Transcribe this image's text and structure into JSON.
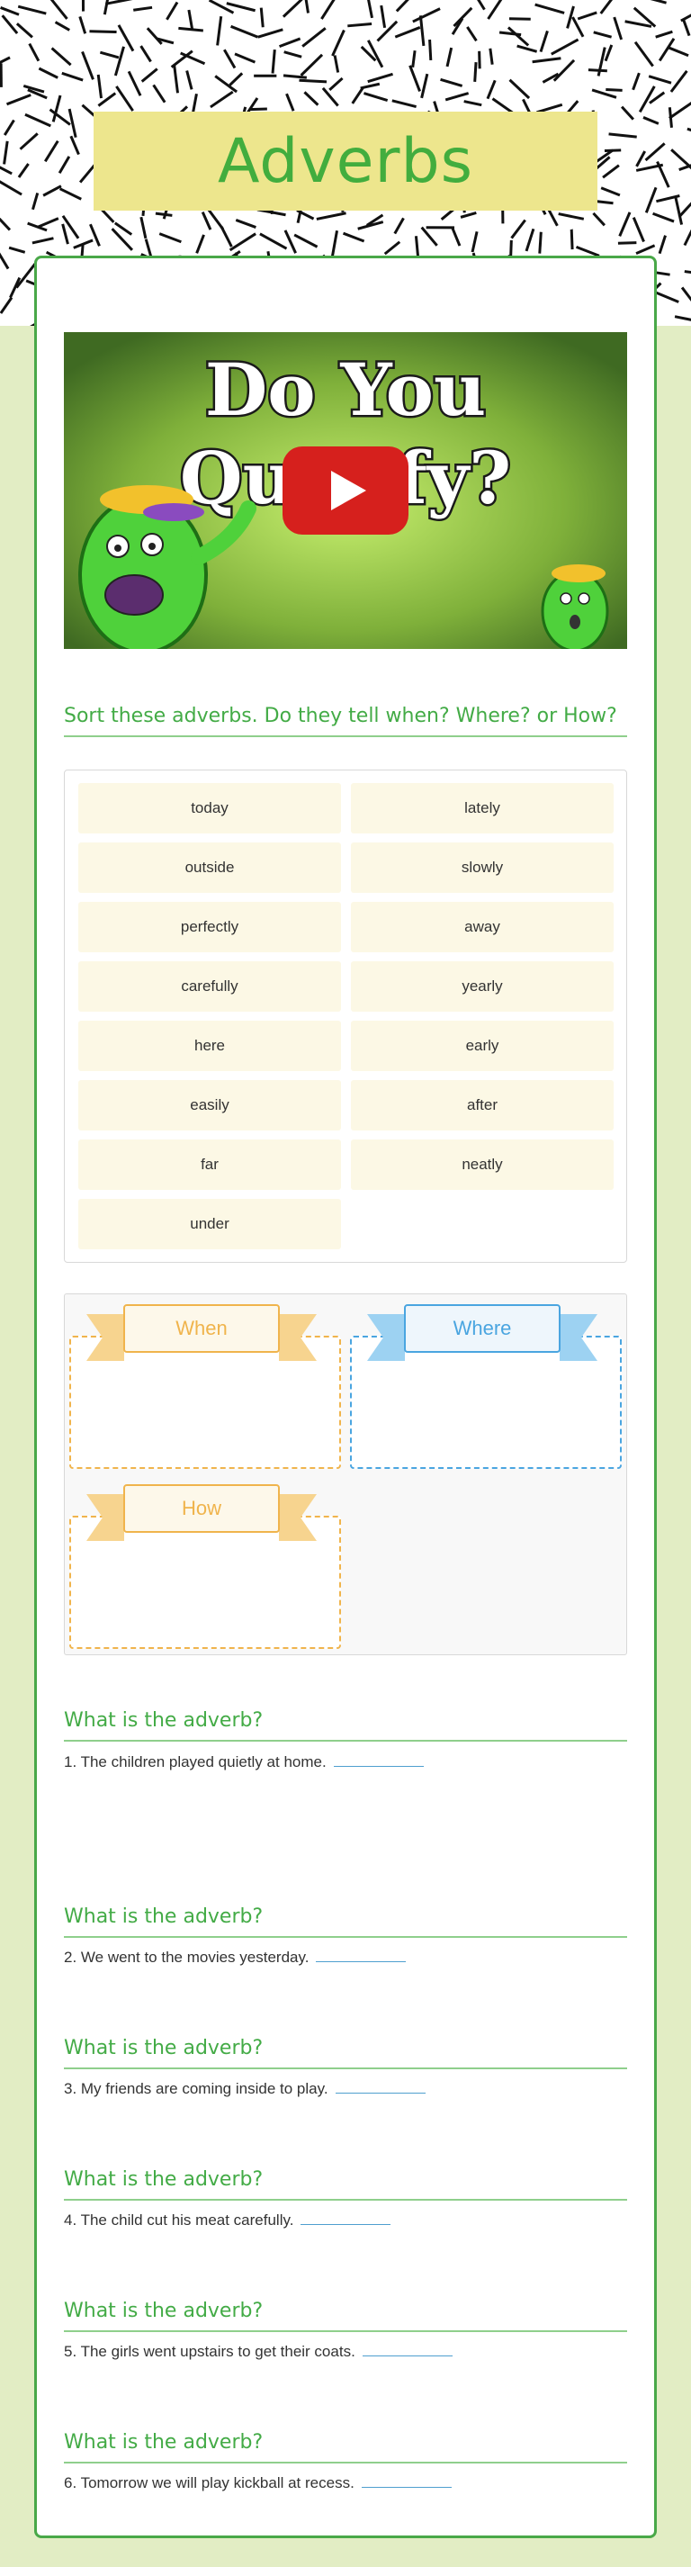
{
  "page_title": "Adverbs",
  "colors": {
    "accent_green": "#43ab46",
    "title_yellow": "#ede68d",
    "chip_cream": "#fcf8e5",
    "bin_orange": "#f0b44c",
    "bin_blue": "#4aa5e0",
    "page_green": "#e2edc4"
  },
  "video": {
    "thumbnail_text_line1": "Do You",
    "thumbnail_text_line2": "Qualify?",
    "play_icon": "youtube-play-icon"
  },
  "sort_section": {
    "heading": "Sort these adverbs.  Do they tell when?  Where? or How?",
    "words": [
      "today",
      "lately",
      "outside",
      "slowly",
      "perfectly",
      "away",
      "carefully",
      "yearly",
      "here",
      "early",
      "easily",
      "after",
      "far",
      "neatly",
      "under"
    ]
  },
  "bins": [
    {
      "label": "When"
    },
    {
      "label": "Where"
    },
    {
      "label": "How"
    }
  ],
  "questions": [
    {
      "heading": "What is the adverb?",
      "text": "1. The children played quietly at home."
    },
    {
      "heading": "What is the adverb?",
      "text": "2. We went to the movies yesterday."
    },
    {
      "heading": "What is the adverb?",
      "text": "3. My friends are coming inside to play."
    },
    {
      "heading": "What is the adverb?",
      "text": "4. The child cut his meat carefully."
    },
    {
      "heading": "What is the adverb?",
      "text": "5. The girls went upstairs to get their coats."
    },
    {
      "heading": "What is the adverb?",
      "text": "6. Tomorrow we will play kickball at recess."
    }
  ]
}
